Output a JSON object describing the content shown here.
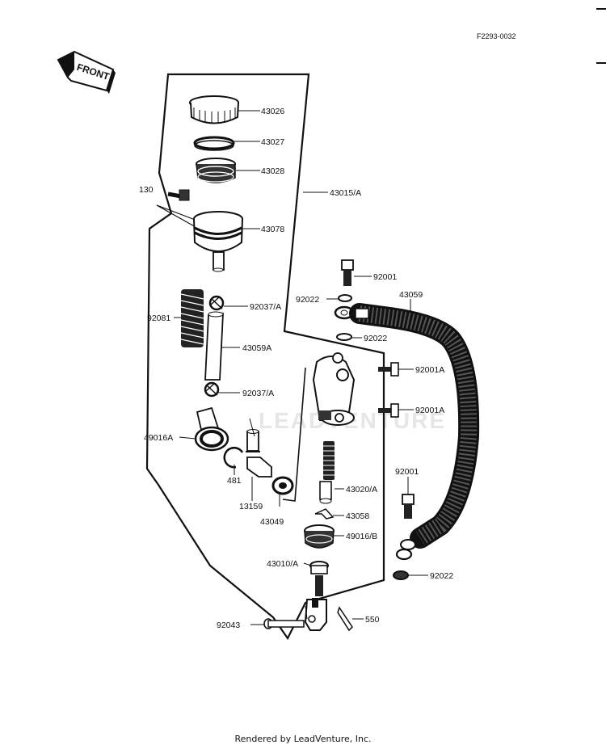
{
  "figure_ref": "F2293-0032",
  "front_label": "FRONT",
  "footer": "Rendered by LeadVenture, Inc.",
  "watermark": "LEADVENTURE",
  "labels": {
    "p43026": "43026",
    "p43027": "43027",
    "p43028": "43028",
    "p130": "130",
    "p43015A": "43015/A",
    "p43078": "43078",
    "p92001_top": "92001",
    "p92022_top": "92022",
    "p43059": "43059",
    "p92081": "92081",
    "p92037A_top": "92037/A",
    "p92022_mid": "92022",
    "p43059A": "43059A",
    "p92001A_top": "92001A",
    "p92037A_bot": "92037/A",
    "p92001A_bot": "92001A",
    "p49016A": "49016A",
    "p481": "481",
    "p92001_low": "92001",
    "p43020A": "43020/A",
    "p13159": "13159",
    "p43058": "43058",
    "p43049": "43049",
    "p49016B": "49016/B",
    "p43010A": "43010/A",
    "p92022_bot": "92022",
    "p550": "550",
    "p92043": "92043"
  }
}
